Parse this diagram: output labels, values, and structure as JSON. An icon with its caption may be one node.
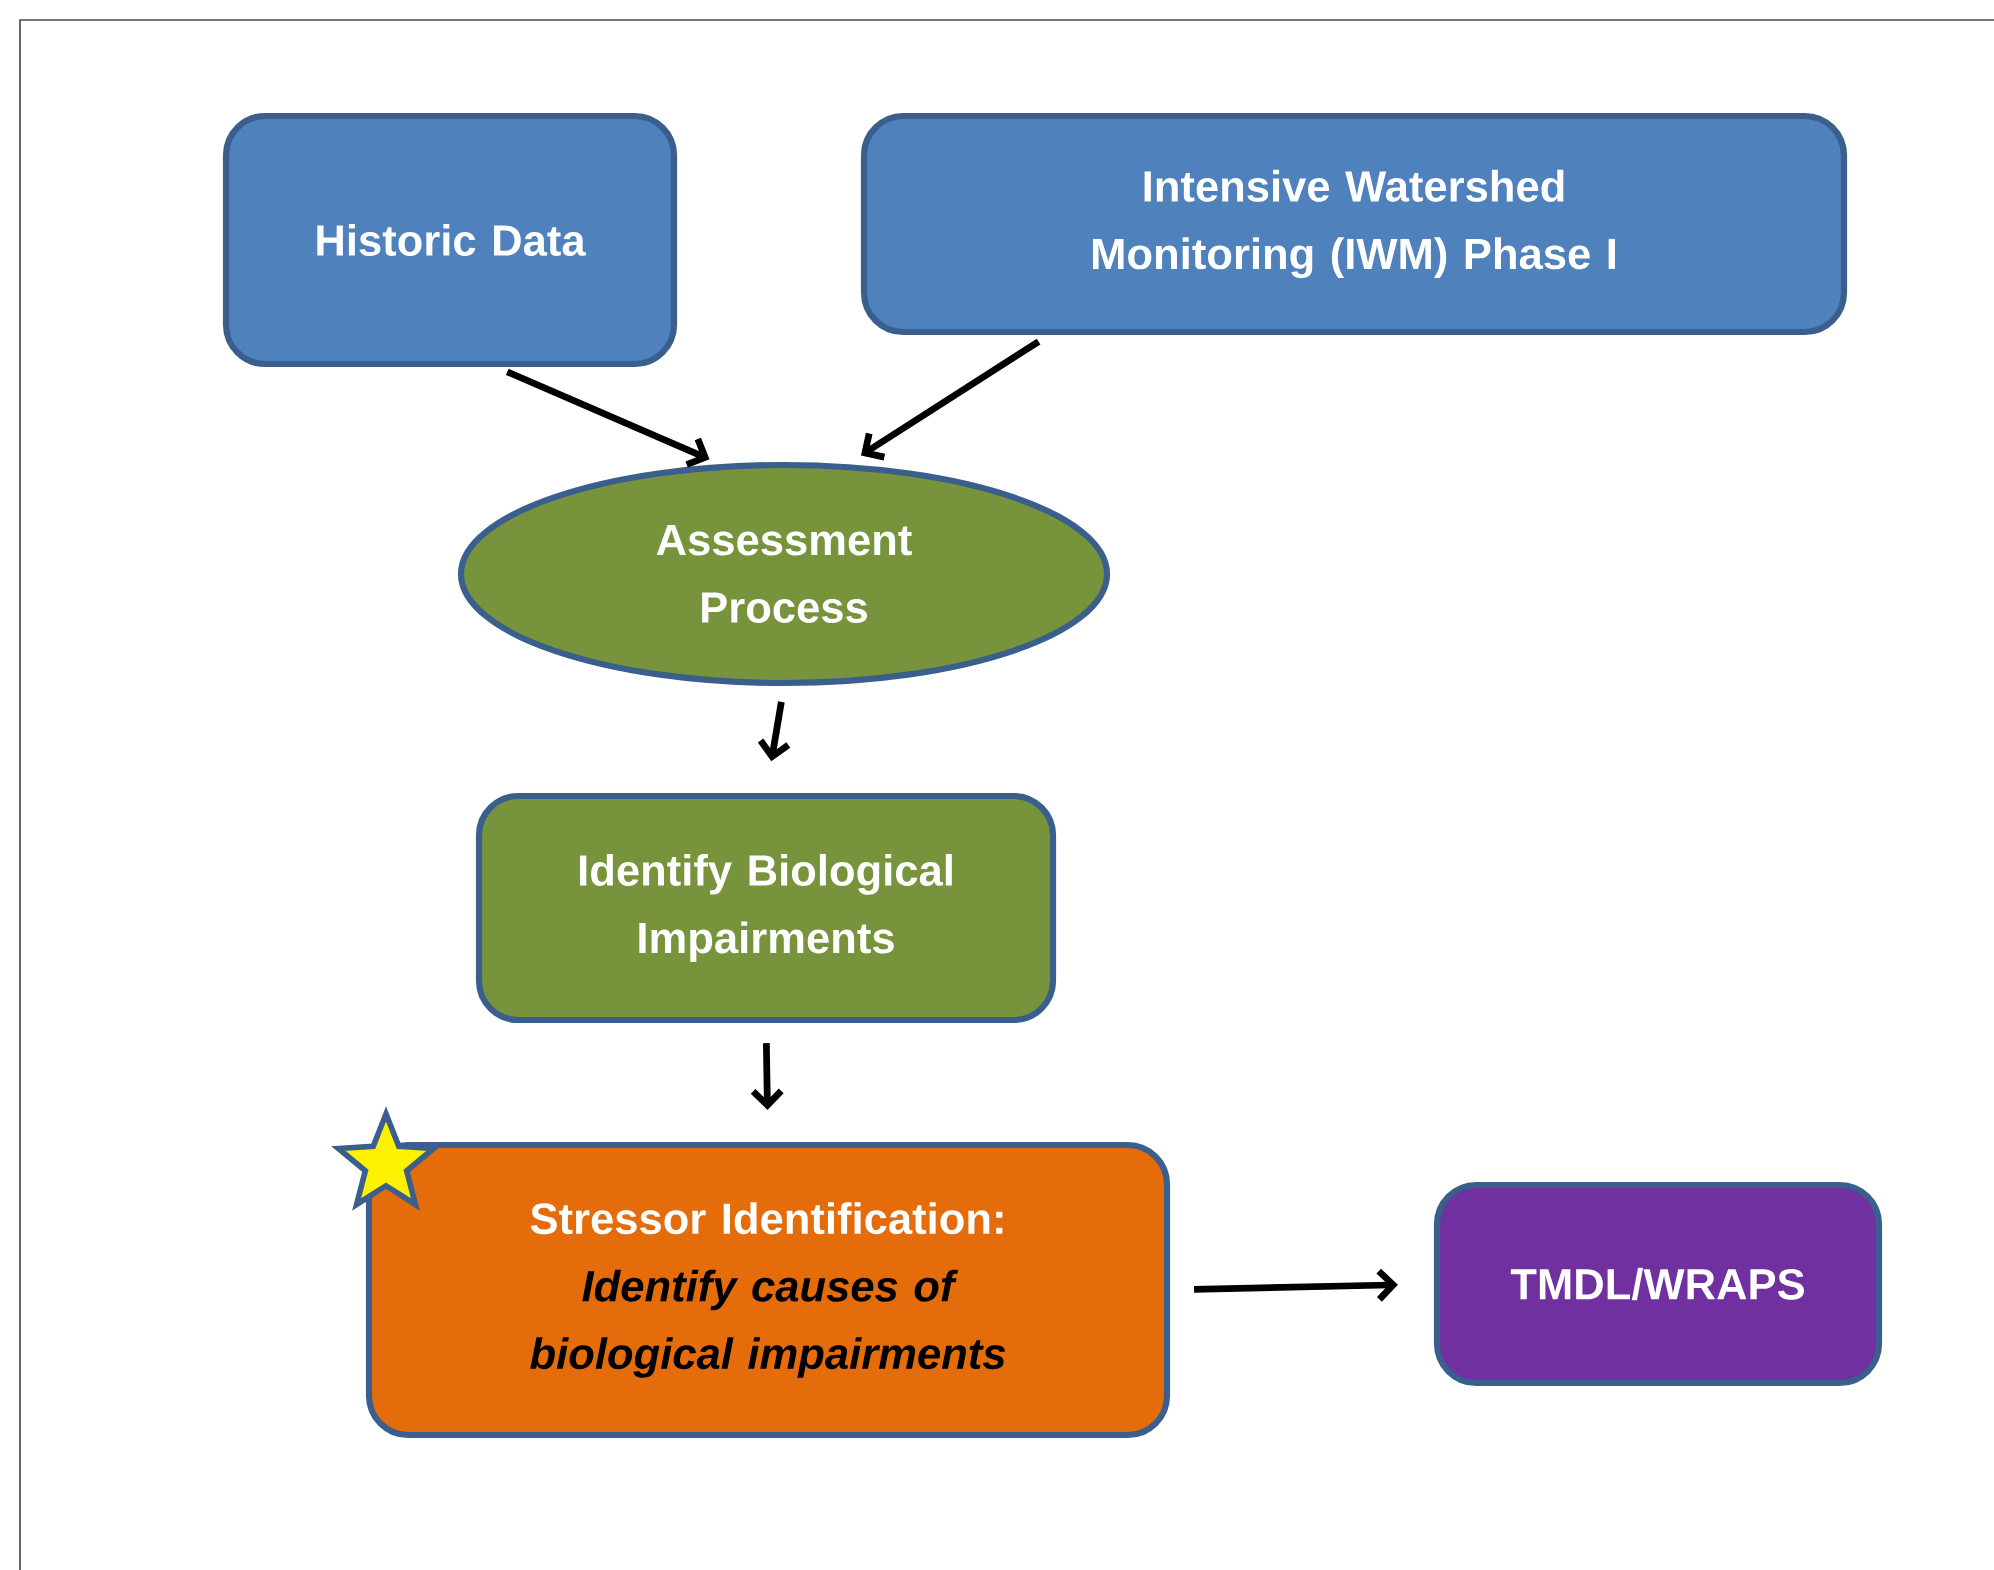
{
  "diagram": {
    "nodes": [
      {
        "text": [
          "Historic Data"
        ]
      },
      {
        "text": [
          "Intensive Watershed Monitoring (IWM) Phase I"
        ]
      },
      {
        "text": [
          "Assessment Process"
        ]
      },
      {
        "text": [
          "Identify Biological Impairments"
        ]
      },
      {
        "text": [
          "Stressor Identification:",
          "Identify causes of biological impairments"
        ]
      },
      {
        "text": [
          "TMDL/WRAPS"
        ]
      }
    ],
    "edges": [
      {
        "from": 0,
        "to": 2,
        "arrow": "to"
      },
      {
        "from": 1,
        "to": 2,
        "arrow": "to"
      },
      {
        "from": 2,
        "to": 3,
        "arrow": "to"
      },
      {
        "from": 3,
        "to": 4,
        "arrow": "to"
      },
      {
        "from": 4,
        "to": 5,
        "arrow": "to"
      }
    ]
  }
}
